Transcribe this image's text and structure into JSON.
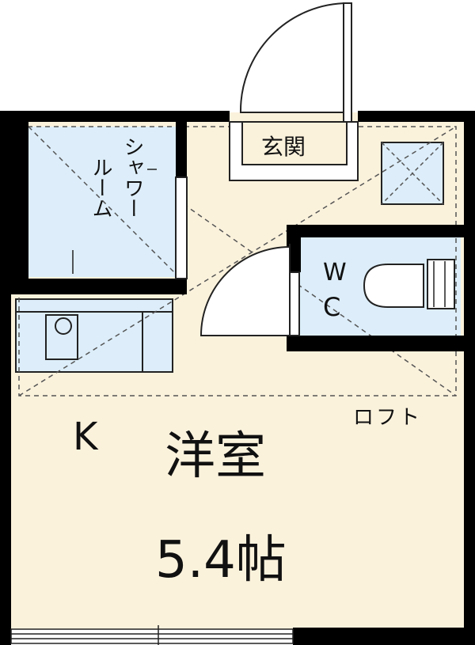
{
  "floor_plan": {
    "rooms": {
      "shower_room_line1": "シャワー",
      "shower_room_line2": "ルーム",
      "entrance": "玄関",
      "wc_line1": "W",
      "wc_line2": "C",
      "loft": "ロフト",
      "kitchen": "K",
      "main_room": "洋室",
      "main_room_size": "5.4帖"
    },
    "colors": {
      "floor": "#fbf2dc",
      "wet_area": "#ddeefa",
      "wall": "#000000",
      "dashed_line": "#555555"
    }
  }
}
